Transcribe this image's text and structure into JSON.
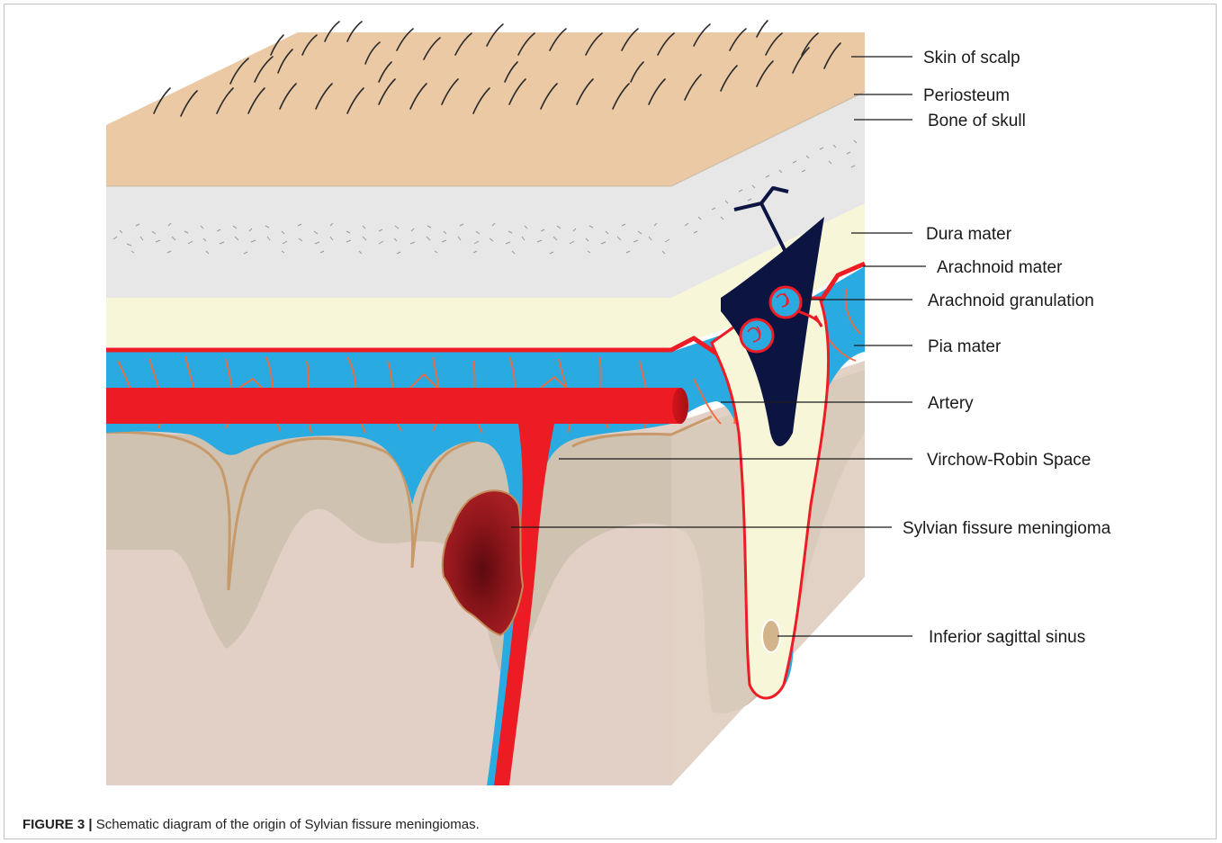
{
  "figure": {
    "caption_label": "FIGURE 3 |",
    "caption_text": "Schematic diagram of the origin of Sylvian fissure meningiomas."
  },
  "labels": [
    {
      "id": "skin-of-scalp",
      "text": "Skin of scalp"
    },
    {
      "id": "periosteum",
      "text": "Periosteum"
    },
    {
      "id": "bone-of-skull",
      "text": "Bone of skull"
    },
    {
      "id": "dura-mater",
      "text": "Dura mater"
    },
    {
      "id": "arachnoid-mater",
      "text": "Arachnoid mater"
    },
    {
      "id": "arachnoid-granulation",
      "text": "Arachnoid granulation"
    },
    {
      "id": "pia-mater",
      "text": "Pia mater"
    },
    {
      "id": "artery",
      "text": "Artery"
    },
    {
      "id": "virchow-robin-space",
      "text": "Virchow-Robin Space"
    },
    {
      "id": "sylvian-fissure-meningioma",
      "text": "Sylvian fissure meningioma"
    },
    {
      "id": "inferior-sagittal-sinus",
      "text": "Inferior sagittal sinus"
    }
  ],
  "colors": {
    "scalp": "#ebc9a5",
    "periosteum": "#e6e6e6",
    "bone": "#e8e8e8",
    "dura": "#f7f4d6",
    "arachnoid_line": "#ee1c24",
    "csf": "#27a9e1",
    "artery": "#ed1c24",
    "brain_grey": "#d1c4b3",
    "brain_white": "#e0cfc4",
    "sinus": "#0c1442",
    "meningioma": "#8b1a1a"
  }
}
